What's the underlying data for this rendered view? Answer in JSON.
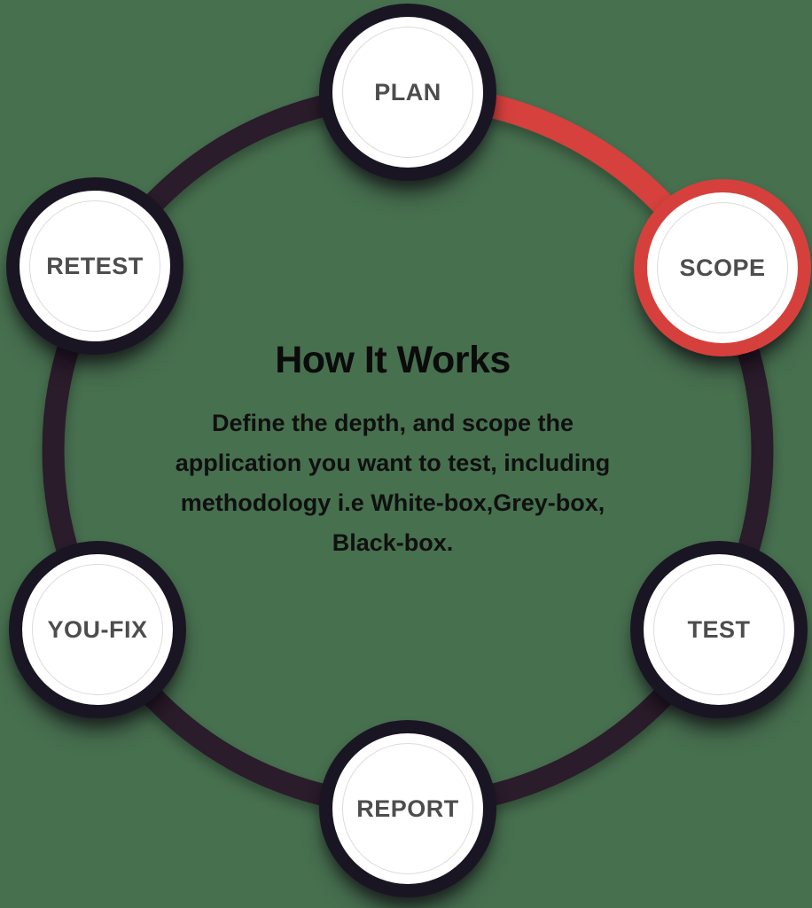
{
  "colors": {
    "background": "#47704F",
    "ring": "#2A1C2B",
    "accent": "#D6403C",
    "node-border": "#1A1523",
    "node-label": "#4D4D4D",
    "title": "#0B0B0B",
    "body-text": "#101010"
  },
  "diagram": {
    "title": "How It Works",
    "description_lines": [
      "Define the depth, and scope the",
      "application you want to test, including",
      "methodology i.e White-box,Grey-box,",
      "Black-box."
    ],
    "active_step": "SCOPE",
    "nodes": [
      {
        "label": "PLAN",
        "active": false
      },
      {
        "label": "SCOPE",
        "active": true
      },
      {
        "label": "TEST",
        "active": false
      },
      {
        "label": "REPORT",
        "active": false
      },
      {
        "label": "YOU-FIX",
        "active": false
      },
      {
        "label": "RETEST",
        "active": false
      }
    ]
  }
}
